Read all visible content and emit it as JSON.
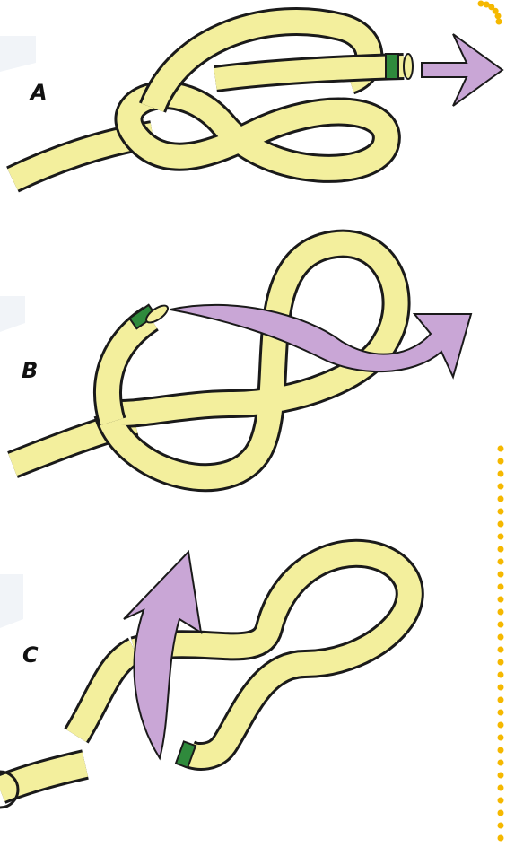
{
  "figure": {
    "steps": [
      {
        "label": "A"
      },
      {
        "label": "B"
      },
      {
        "label": "C"
      }
    ]
  },
  "colors": {
    "rope": "#f3ef9d",
    "rope_outline": "#1a1a1a",
    "arrow": "#c9a6d6",
    "whipping": "#2f8a3c",
    "frame_dots": "#f5b800",
    "frame_shadow": "#eef2f7"
  }
}
